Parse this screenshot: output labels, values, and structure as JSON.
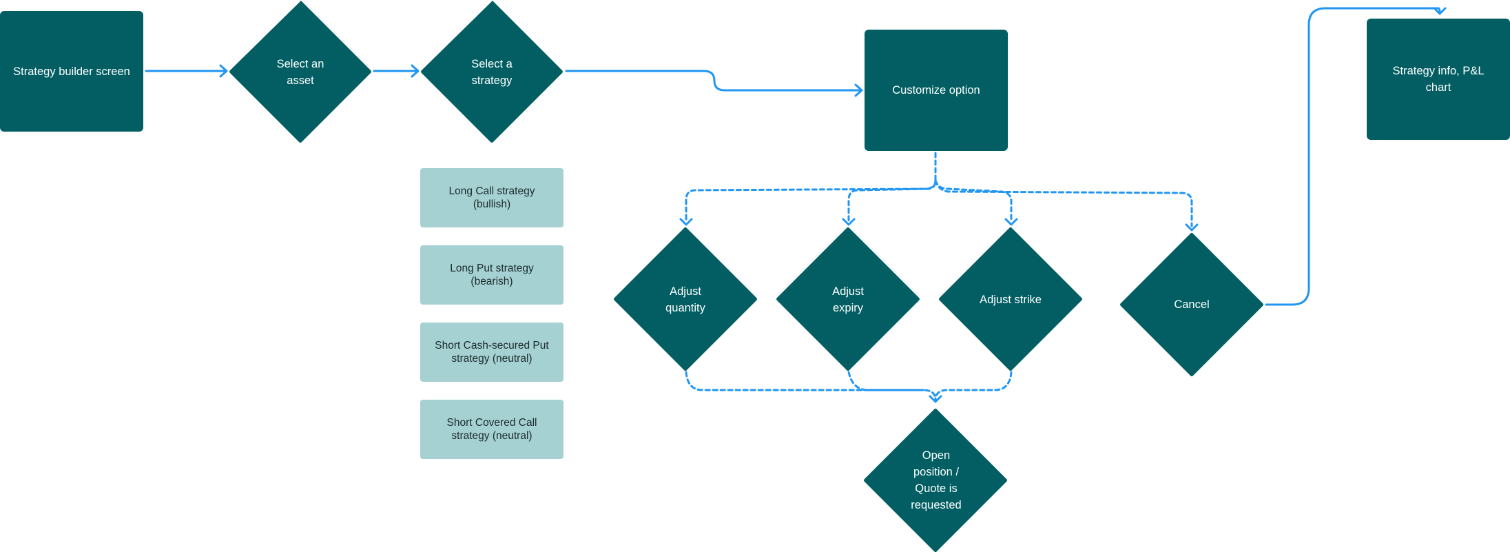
{
  "colors": {
    "node_fill": "#025E63",
    "option_fill": "#A6D1D2",
    "connector": "#2196F3",
    "node_text": "#FFFFFF",
    "option_text": "#1A2B2E"
  },
  "nodes": {
    "strategy_builder": "Strategy builder screen",
    "select_asset": "Select an\nasset",
    "select_strategy": "Select a\nstrategy",
    "customize_option": "Customize option",
    "strategy_info": "Strategy info, P&L\nchart",
    "adjust_quantity": "Adjust\nquantity",
    "adjust_expiry": "Adjust\nexpiry",
    "adjust_strike": "Adjust strike",
    "cancel": "Cancel",
    "open_position": "Open\nposition /\nQuote is\nrequested"
  },
  "strategies": [
    "Long Call strategy\n(bullish)",
    "Long Put strategy\n(bearish)",
    "Short Cash-secured Put\nstrategy (neutral)",
    "Short Covered Call\nstrategy (neutral)"
  ]
}
